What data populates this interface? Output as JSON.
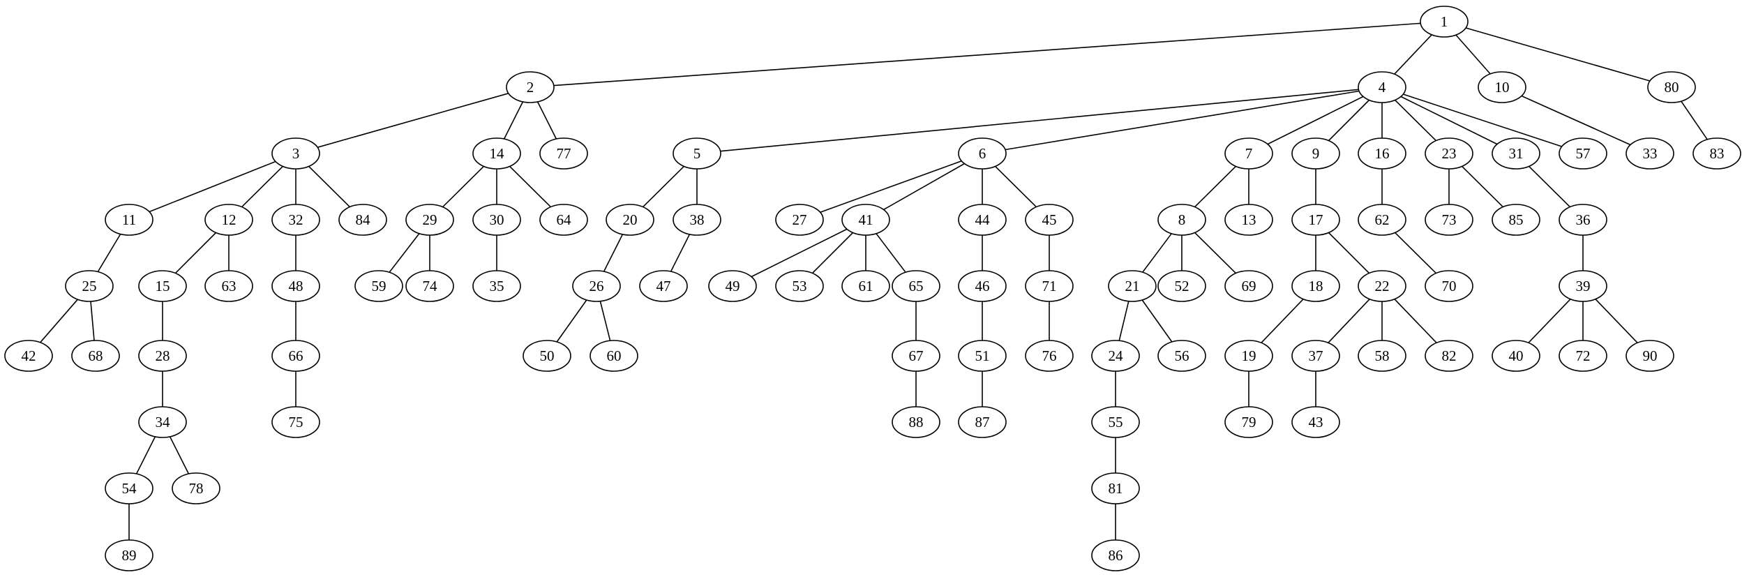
{
  "graph": {
    "root": "1",
    "nodes": [
      "1",
      "2",
      "4",
      "10",
      "80",
      "3",
      "14",
      "77",
      "5",
      "6",
      "7",
      "9",
      "16",
      "23",
      "31",
      "57",
      "33",
      "83",
      "11",
      "12",
      "32",
      "84",
      "29",
      "30",
      "64",
      "20",
      "38",
      "27",
      "41",
      "44",
      "45",
      "8",
      "13",
      "17",
      "62",
      "73",
      "85",
      "36",
      "25",
      "15",
      "63",
      "48",
      "59",
      "74",
      "35",
      "26",
      "47",
      "49",
      "53",
      "61",
      "65",
      "46",
      "71",
      "21",
      "52",
      "69",
      "18",
      "22",
      "70",
      "39",
      "42",
      "68",
      "28",
      "66",
      "50",
      "60",
      "67",
      "51",
      "76",
      "24",
      "56",
      "19",
      "37",
      "58",
      "82",
      "40",
      "72",
      "90",
      "34",
      "75",
      "88",
      "87",
      "55",
      "79",
      "43",
      "54",
      "78",
      "81",
      "89",
      "86"
    ],
    "edges": [
      [
        "1",
        "2"
      ],
      [
        "1",
        "4"
      ],
      [
        "1",
        "10"
      ],
      [
        "1",
        "80"
      ],
      [
        "2",
        "3"
      ],
      [
        "2",
        "14"
      ],
      [
        "2",
        "77"
      ],
      [
        "4",
        "5"
      ],
      [
        "4",
        "6"
      ],
      [
        "4",
        "7"
      ],
      [
        "4",
        "9"
      ],
      [
        "4",
        "16"
      ],
      [
        "4",
        "23"
      ],
      [
        "4",
        "31"
      ],
      [
        "4",
        "57"
      ],
      [
        "10",
        "33"
      ],
      [
        "80",
        "83"
      ],
      [
        "3",
        "11"
      ],
      [
        "3",
        "12"
      ],
      [
        "3",
        "32"
      ],
      [
        "3",
        "84"
      ],
      [
        "14",
        "29"
      ],
      [
        "14",
        "30"
      ],
      [
        "14",
        "64"
      ],
      [
        "5",
        "20"
      ],
      [
        "5",
        "38"
      ],
      [
        "6",
        "27"
      ],
      [
        "6",
        "41"
      ],
      [
        "6",
        "44"
      ],
      [
        "6",
        "45"
      ],
      [
        "7",
        "8"
      ],
      [
        "7",
        "13"
      ],
      [
        "9",
        "17"
      ],
      [
        "16",
        "62"
      ],
      [
        "23",
        "73"
      ],
      [
        "23",
        "85"
      ],
      [
        "31",
        "36"
      ],
      [
        "11",
        "25"
      ],
      [
        "12",
        "15"
      ],
      [
        "12",
        "63"
      ],
      [
        "32",
        "48"
      ],
      [
        "29",
        "59"
      ],
      [
        "29",
        "74"
      ],
      [
        "30",
        "35"
      ],
      [
        "20",
        "26"
      ],
      [
        "38",
        "47"
      ],
      [
        "41",
        "49"
      ],
      [
        "41",
        "53"
      ],
      [
        "41",
        "61"
      ],
      [
        "41",
        "65"
      ],
      [
        "44",
        "46"
      ],
      [
        "45",
        "71"
      ],
      [
        "8",
        "21"
      ],
      [
        "8",
        "52"
      ],
      [
        "8",
        "69"
      ],
      [
        "17",
        "18"
      ],
      [
        "17",
        "22"
      ],
      [
        "62",
        "70"
      ],
      [
        "36",
        "39"
      ],
      [
        "25",
        "42"
      ],
      [
        "25",
        "68"
      ],
      [
        "15",
        "28"
      ],
      [
        "48",
        "66"
      ],
      [
        "26",
        "50"
      ],
      [
        "26",
        "60"
      ],
      [
        "65",
        "67"
      ],
      [
        "46",
        "51"
      ],
      [
        "71",
        "76"
      ],
      [
        "21",
        "24"
      ],
      [
        "21",
        "56"
      ],
      [
        "18",
        "19"
      ],
      [
        "22",
        "37"
      ],
      [
        "22",
        "58"
      ],
      [
        "22",
        "82"
      ],
      [
        "39",
        "40"
      ],
      [
        "39",
        "72"
      ],
      [
        "39",
        "90"
      ],
      [
        "28",
        "34"
      ],
      [
        "66",
        "75"
      ],
      [
        "67",
        "88"
      ],
      [
        "51",
        "87"
      ],
      [
        "24",
        "55"
      ],
      [
        "19",
        "79"
      ],
      [
        "37",
        "43"
      ],
      [
        "34",
        "54"
      ],
      [
        "34",
        "78"
      ],
      [
        "55",
        "81"
      ],
      [
        "54",
        "89"
      ],
      [
        "81",
        "86"
      ]
    ]
  }
}
